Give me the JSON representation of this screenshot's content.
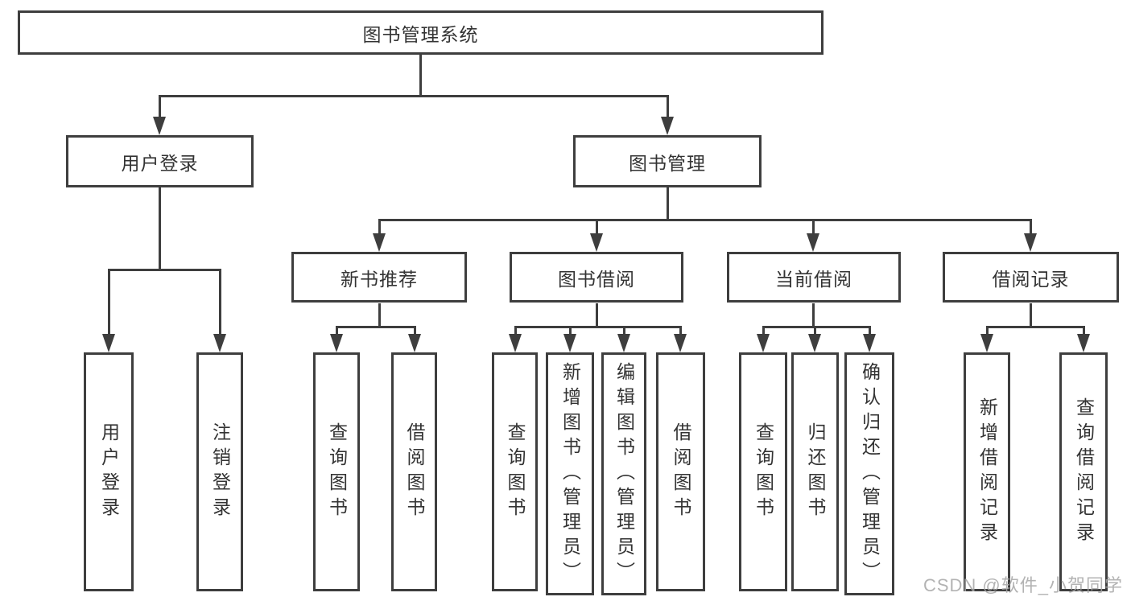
{
  "diagram": {
    "root": "图书管理系统",
    "level2": [
      "用户登录",
      "图书管理"
    ],
    "level3": [
      "新书推荐",
      "图书借阅",
      "当前借阅",
      "借阅记录"
    ],
    "leaves": {
      "user_login": [
        "用户登录",
        "注销登录"
      ],
      "new_book_recommend": [
        "查询图书",
        "借阅图书"
      ],
      "book_borrow": [
        "查询图书",
        "新增图书（管理员）",
        "编辑图书（管理员）",
        "借阅图书"
      ],
      "current_borrow": [
        "查询图书",
        "归还图书",
        "确认归还（管理员）"
      ],
      "borrow_records": [
        "新增借阅记录",
        "查询借阅记录"
      ]
    }
  },
  "watermark": "CSDN @软件_小贺同学",
  "colors": {
    "line": "#3e3e3e",
    "text": "#333333",
    "watermark": "#a6a6a6",
    "background": "#ffffff"
  }
}
